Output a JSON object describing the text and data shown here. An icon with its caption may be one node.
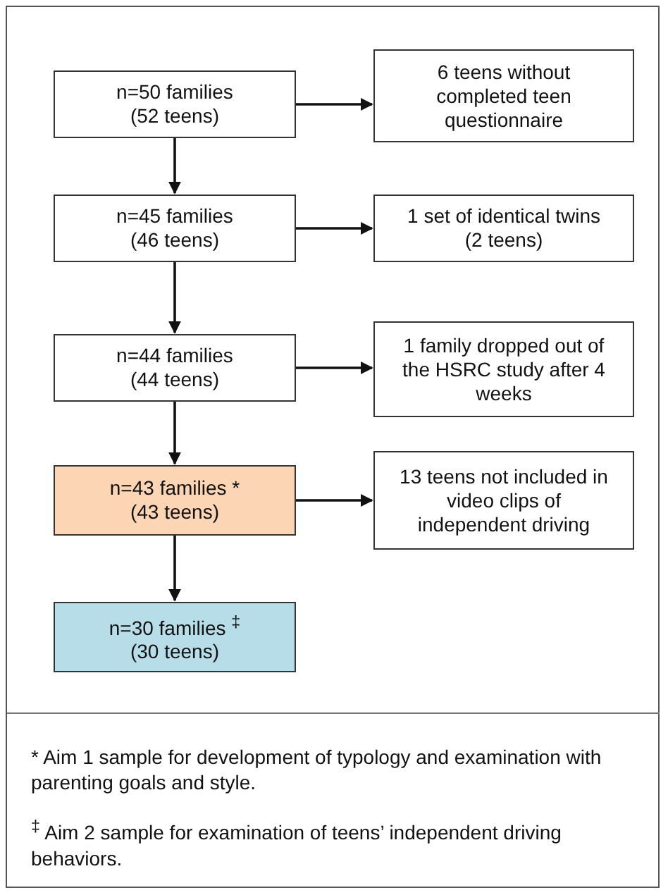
{
  "diagram": {
    "nodes": [
      {
        "text": [
          "n=50 families",
          "(52 teens)"
        ]
      },
      {
        "text": [
          "6 teens without completed teen questionnaire"
        ]
      },
      {
        "text": [
          "n=45 families",
          "(46 teens)"
        ]
      },
      {
        "text": [
          "1 set of identical twins (2 teens)"
        ]
      },
      {
        "text": [
          "n=44 families",
          "(44 teens)"
        ]
      },
      {
        "text": [
          "1 family dropped out of the HSRC study after 4 weeks"
        ]
      },
      {
        "text": [
          "n=43 families *",
          "(43 teens)"
        ]
      },
      {
        "text": [
          "13 teens not included in video clips of independent driving"
        ]
      },
      {
        "text": [
          "n=30 families $^{‡}$",
          "(30 teens)"
        ]
      }
    ],
    "edges": [
      {
        "from": 0,
        "to": 1,
        "arrow": "to"
      },
      {
        "from": 0,
        "to": 2,
        "arrow": "to"
      },
      {
        "from": 2,
        "to": 3,
        "arrow": "to"
      },
      {
        "from": 2,
        "to": 4,
        "arrow": "to"
      },
      {
        "from": 4,
        "to": 5,
        "arrow": "to"
      },
      {
        "from": 4,
        "to": 6,
        "arrow": "to"
      },
      {
        "from": 6,
        "to": 7,
        "arrow": "to"
      },
      {
        "from": 6,
        "to": 8,
        "arrow": "to"
      }
    ],
    "labels": [
      "* Aim 1 sample for development of typology and examination with parenting goals and style.",
      "$^{‡}$ Aim 2 sample for examination of teens’ independent driving behaviors."
    ]
  }
}
